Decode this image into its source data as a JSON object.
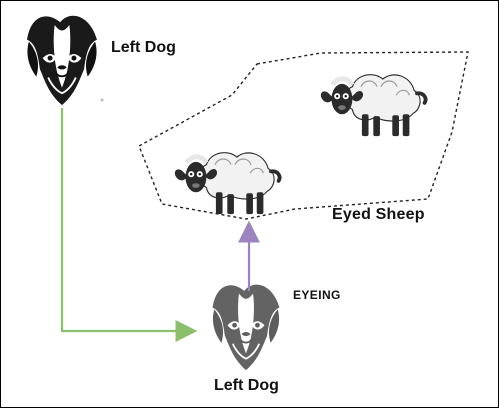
{
  "diagram": {
    "top_dog_label": "Left Dog",
    "bottom_dog_label": "Left Dog",
    "sheep_group_label": "Eyed Sheep",
    "relation_label": "EYEING",
    "colors": {
      "path_arrow": "#8cbf6b",
      "eyeing_arrow": "#9b84bf",
      "group_border": "#222222",
      "dog_fur": "#1a1a1a",
      "faded_dog_fur": "#6f6f6f",
      "sheep_wool": "#f2f2f2",
      "sheep_face": "#2b2b2b"
    },
    "icons": [
      "border-collie-icon",
      "sheep-icon"
    ]
  }
}
